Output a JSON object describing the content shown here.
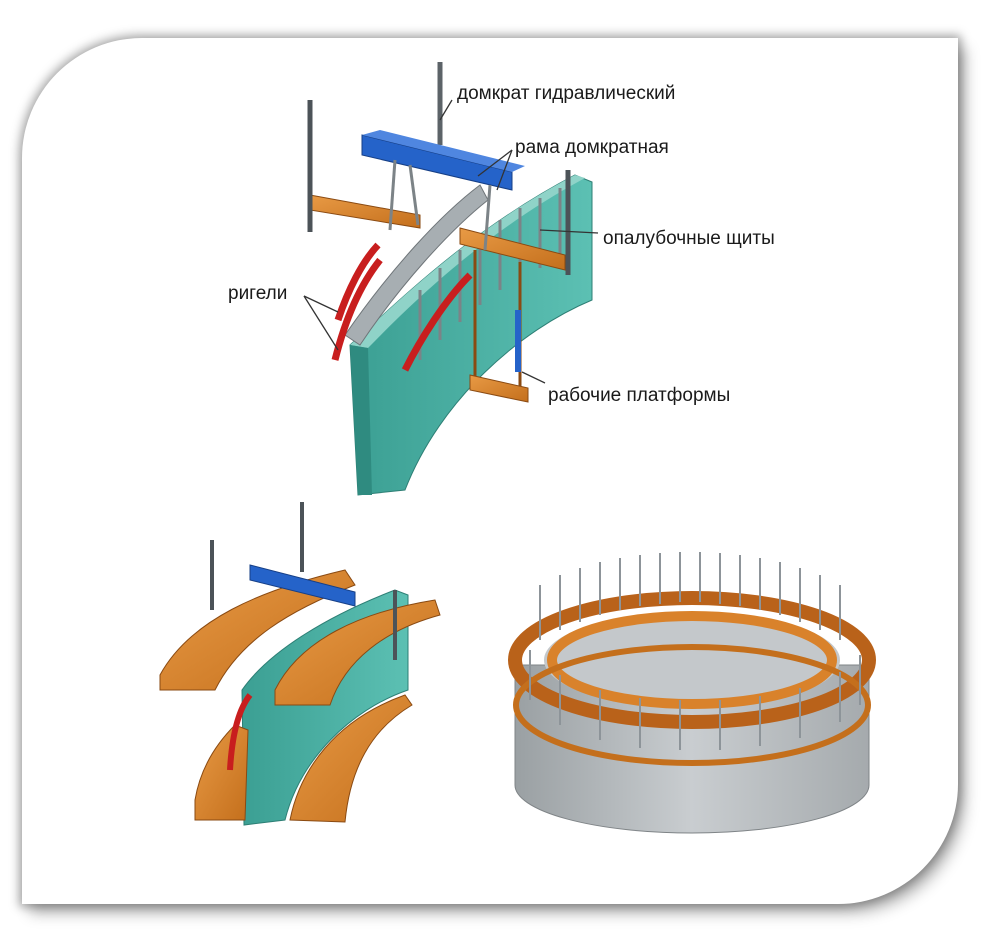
{
  "labels": {
    "jack": "домкрат гидравлический",
    "frame": "рама домкратная",
    "panels": "опалубочные щиты",
    "beams": "ригели",
    "platforms": "рабочие платформы"
  },
  "colors": {
    "wall": "#4fb3a6",
    "wall_dark": "#3a9a8e",
    "beam_blue": "#2563c9",
    "beam_red": "#c81e1e",
    "wood": "#d9822b",
    "steel": "#8d9499",
    "concrete": "#b9bdc0"
  }
}
